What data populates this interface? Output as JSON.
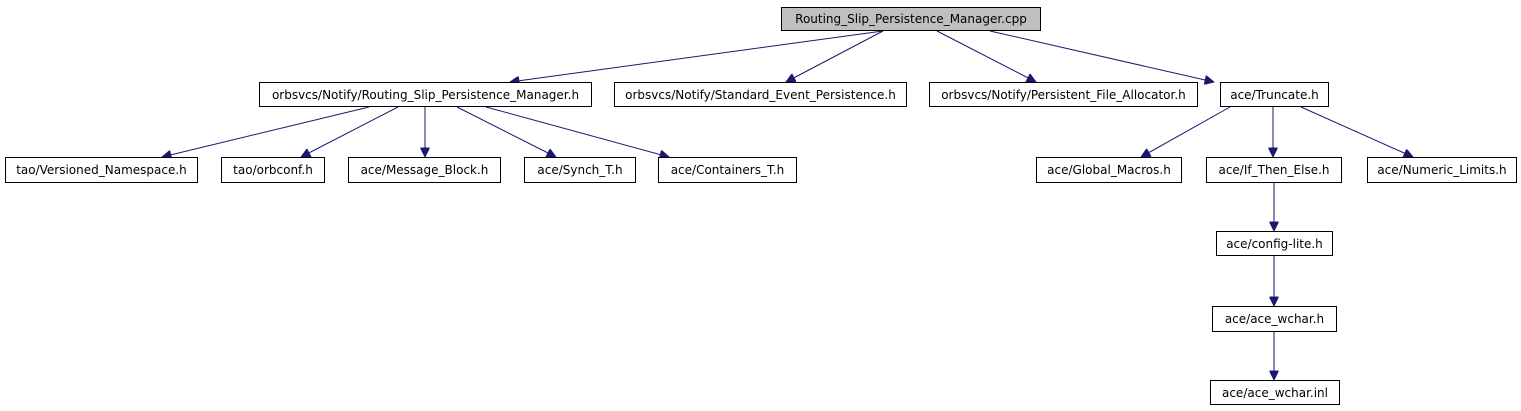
{
  "diagram": {
    "colors": {
      "edge": "#191970",
      "root_fill": "#bfbfbf",
      "node_fill": "#ffffff",
      "border": "#000000"
    },
    "nodes": [
      {
        "id": "root",
        "label": "Routing_Slip_Persistence_Manager.cpp"
      },
      {
        "id": "rspm_h",
        "label": "orbsvcs/Notify/Routing_Slip_Persistence_Manager.h"
      },
      {
        "id": "sep_h",
        "label": "orbsvcs/Notify/Standard_Event_Persistence.h"
      },
      {
        "id": "pfa_h",
        "label": "orbsvcs/Notify/Persistent_File_Allocator.h"
      },
      {
        "id": "truncate_h",
        "label": "ace/Truncate.h"
      },
      {
        "id": "vns_h",
        "label": "tao/Versioned_Namespace.h"
      },
      {
        "id": "orbconf_h",
        "label": "tao/orbconf.h"
      },
      {
        "id": "msgblock_h",
        "label": "ace/Message_Block.h"
      },
      {
        "id": "synch_h",
        "label": "ace/Synch_T.h"
      },
      {
        "id": "containers_h",
        "label": "ace/Containers_T.h"
      },
      {
        "id": "globalmacros_h",
        "label": "ace/Global_Macros.h"
      },
      {
        "id": "ifthenelse_h",
        "label": "ace/If_Then_Else.h"
      },
      {
        "id": "numericlimits_h",
        "label": "ace/Numeric_Limits.h"
      },
      {
        "id": "configlite_h",
        "label": "ace/config-lite.h"
      },
      {
        "id": "acewchar_h",
        "label": "ace/ace_wchar.h"
      },
      {
        "id": "acewchar_inl",
        "label": "ace/ace_wchar.inl"
      }
    ],
    "edges": [
      {
        "from": "root",
        "to": "rspm_h"
      },
      {
        "from": "root",
        "to": "sep_h"
      },
      {
        "from": "root",
        "to": "pfa_h"
      },
      {
        "from": "root",
        "to": "truncate_h"
      },
      {
        "from": "rspm_h",
        "to": "vns_h"
      },
      {
        "from": "rspm_h",
        "to": "orbconf_h"
      },
      {
        "from": "rspm_h",
        "to": "msgblock_h"
      },
      {
        "from": "rspm_h",
        "to": "synch_h"
      },
      {
        "from": "rspm_h",
        "to": "containers_h"
      },
      {
        "from": "truncate_h",
        "to": "globalmacros_h"
      },
      {
        "from": "truncate_h",
        "to": "ifthenelse_h"
      },
      {
        "from": "truncate_h",
        "to": "numericlimits_h"
      },
      {
        "from": "ifthenelse_h",
        "to": "configlite_h"
      },
      {
        "from": "configlite_h",
        "to": "acewchar_h"
      },
      {
        "from": "acewchar_h",
        "to": "acewchar_inl"
      }
    ]
  }
}
